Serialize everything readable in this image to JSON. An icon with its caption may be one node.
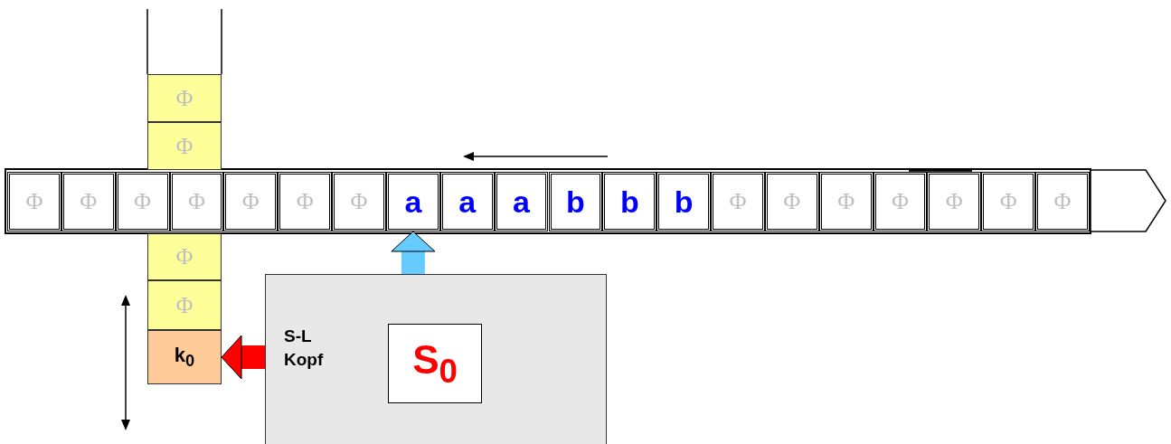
{
  "diagram": {
    "nodes": [
      {
        "text": [
          "Φ"
        ]
      },
      {
        "text": [
          "Φ"
        ]
      },
      {
        "text": [
          "Φ"
        ]
      },
      {
        "text": [
          "Φ"
        ]
      },
      {
        "text": [
          "Φ"
        ]
      },
      {
        "text": [
          "Φ"
        ]
      },
      {
        "text": [
          "Φ"
        ]
      },
      {
        "text": [
          "Φ"
        ]
      },
      {
        "text": [
          "Φ"
        ]
      },
      {
        "text": [
          "a"
        ]
      },
      {
        "text": [
          "a"
        ]
      },
      {
        "text": [
          "a"
        ]
      },
      {
        "text": [
          "b"
        ]
      },
      {
        "text": [
          "b"
        ]
      },
      {
        "text": [
          "b"
        ]
      },
      {
        "text": [
          "Φ"
        ]
      },
      {
        "text": [
          "Φ"
        ]
      },
      {
        "text": [
          "Φ"
        ]
      },
      {
        "text": [
          "Φ"
        ]
      },
      {
        "text": [
          "Φ"
        ]
      },
      {
        "text": [
          "Φ"
        ]
      },
      {
        "text": [
          "Φ"
        ]
      },
      {
        "text": [],
        "shape": "box"
      },
      {
        "text": [
          "Φ"
        ]
      },
      {
        "text": [
          "Φ"
        ]
      },
      {
        "text": [
          "k$_{0}$"
        ]
      },
      {
        "text": [
          "S-L Kopf"
        ]
      },
      {
        "text": [
          "S$_{0}$"
        ],
        "in": 26
      }
    ],
    "edges": [
      {
        "from": 26,
        "to": 9,
        "arrow": "to",
        "color": "#66ccff"
      },
      {
        "from": 26,
        "to": 25,
        "arrow": "to",
        "color": "#ff0000"
      }
    ]
  }
}
